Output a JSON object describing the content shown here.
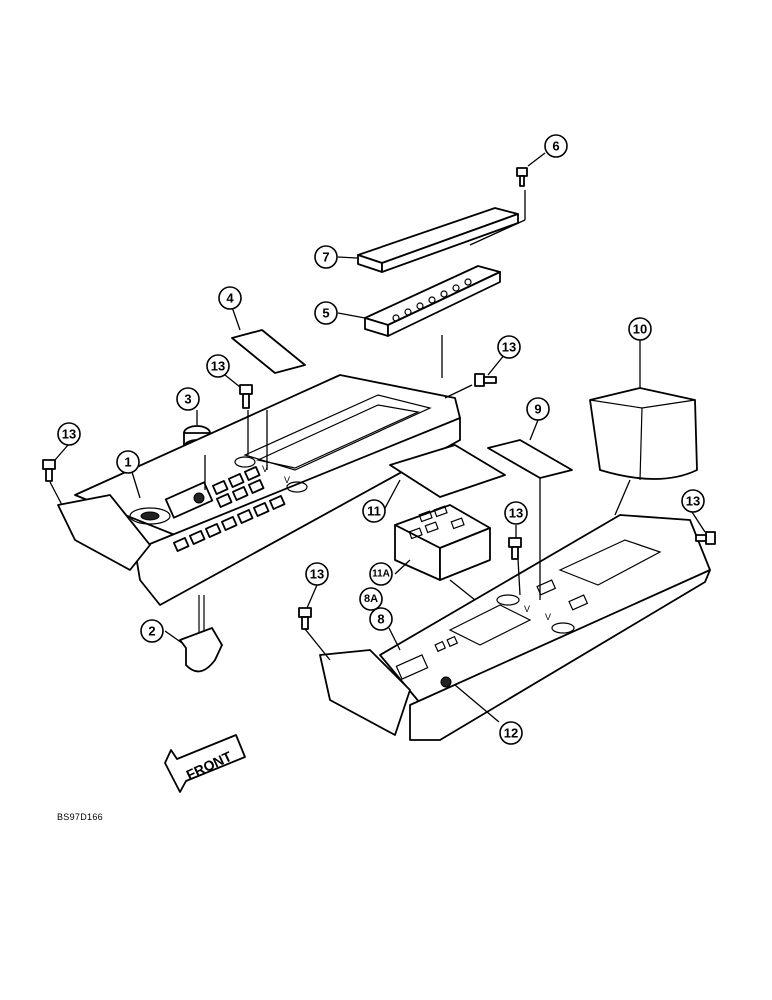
{
  "diagram": {
    "callouts": {
      "c1": "1",
      "c2": "2",
      "c3": "3",
      "c4": "4",
      "c5": "5",
      "c6": "6",
      "c7": "7",
      "c8": "8",
      "c8a": "8A",
      "c9": "9",
      "c10": "10",
      "c11": "11",
      "c11a": "11A",
      "c12": "12",
      "c13a": "13",
      "c13b": "13",
      "c13c": "13",
      "c13d": "13",
      "c13e": "13",
      "c13f": "13"
    },
    "front_label": "FRONT",
    "reference_code": "BS97D166"
  }
}
